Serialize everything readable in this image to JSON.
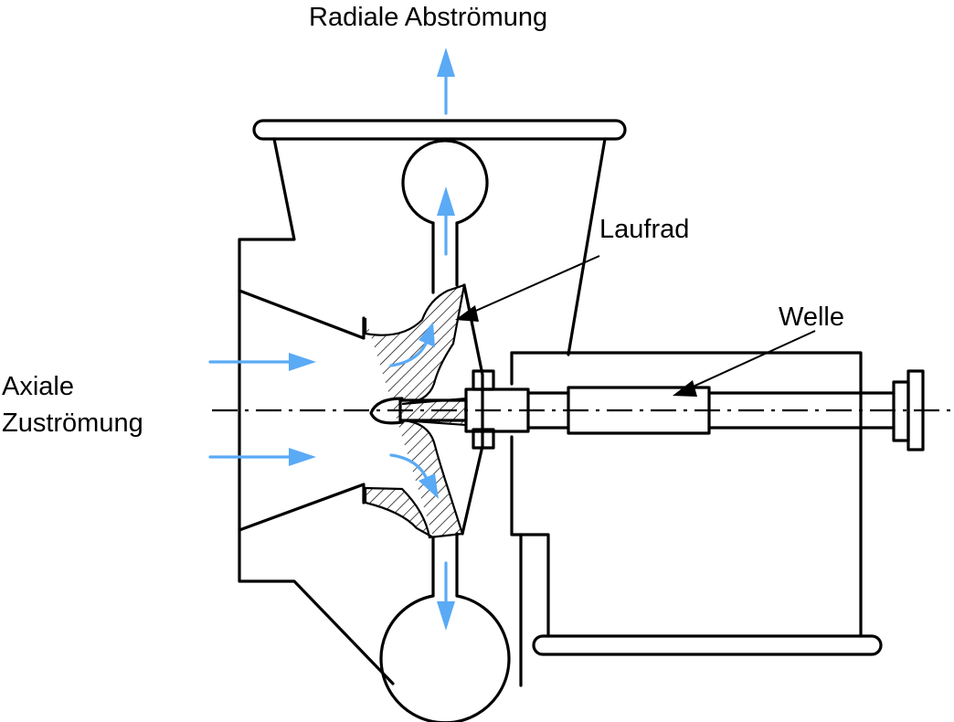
{
  "labels": {
    "outflow": "Radiale Abströmung",
    "inflow_line1": "Axiale",
    "inflow_line2": "Zuströmung",
    "impeller": "Laufrad",
    "shaft": "Welle"
  },
  "colors": {
    "flow_arrows": "#5aaaf5",
    "outline": "#000000",
    "background": "#ffffff"
  }
}
